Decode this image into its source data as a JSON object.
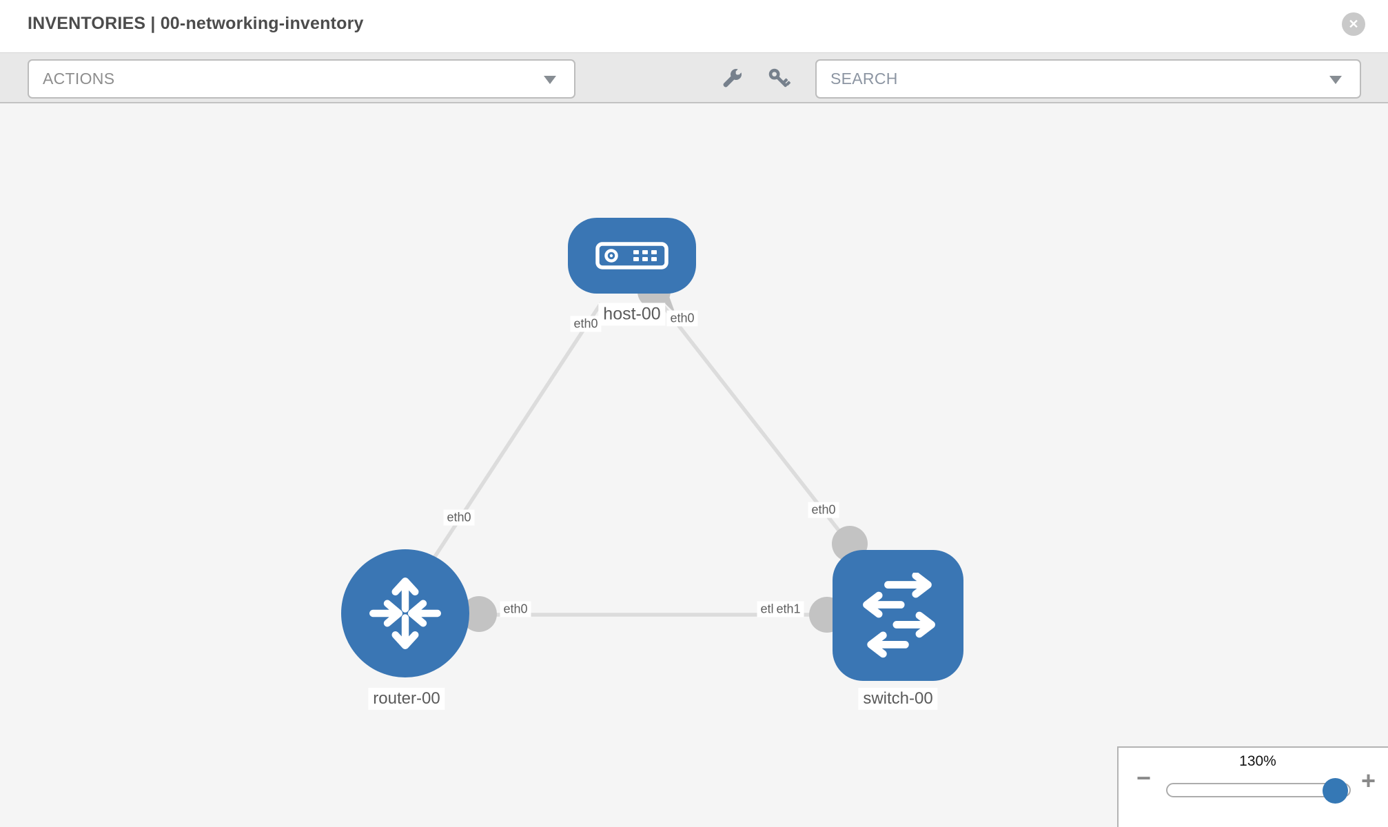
{
  "header": {
    "title": "INVENTORIES | 00-networking-inventory",
    "close_glyph": "✕"
  },
  "toolbar": {
    "actions_label": "ACTIONS",
    "search_label": "SEARCH"
  },
  "topology": {
    "nodes": [
      {
        "type": "host",
        "label": "host-00"
      },
      {
        "type": "router",
        "label": "router-00"
      },
      {
        "type": "switch",
        "label": "switch-00"
      }
    ],
    "links": [
      {
        "from": "host-00",
        "to": "router-00"
      },
      {
        "from": "host-00",
        "to": "switch-00"
      },
      {
        "from": "router-00",
        "to": "switch-00"
      }
    ],
    "iface_labels": [
      {
        "link": "host-router",
        "end": "host",
        "text": "eth0"
      },
      {
        "link": "host-switch",
        "end": "host",
        "text": "eth0"
      },
      {
        "link": "host-router",
        "end": "mid",
        "text": "eth0"
      },
      {
        "link": "host-switch",
        "end": "switch",
        "text": "eth0"
      },
      {
        "link": "router-switch",
        "end": "router",
        "text": "eth0"
      },
      {
        "link": "router-switch",
        "end": "switch-back",
        "text": "eth0"
      },
      {
        "link": "router-switch",
        "end": "switch",
        "text": "eth1"
      }
    ]
  },
  "zoom_control": {
    "value": "130%",
    "minus_glyph": "−",
    "plus_glyph": "+"
  },
  "colors": {
    "node_blue": "#3a76b4",
    "knob_blue": "#3578b5",
    "link_gray": "#dcdcdc",
    "endpoint_gray": "#c3c3c3",
    "toolbar_bg": "#e8e8e8",
    "canvas_bg": "#f5f5f5",
    "icon_gray": "#76808c"
  }
}
